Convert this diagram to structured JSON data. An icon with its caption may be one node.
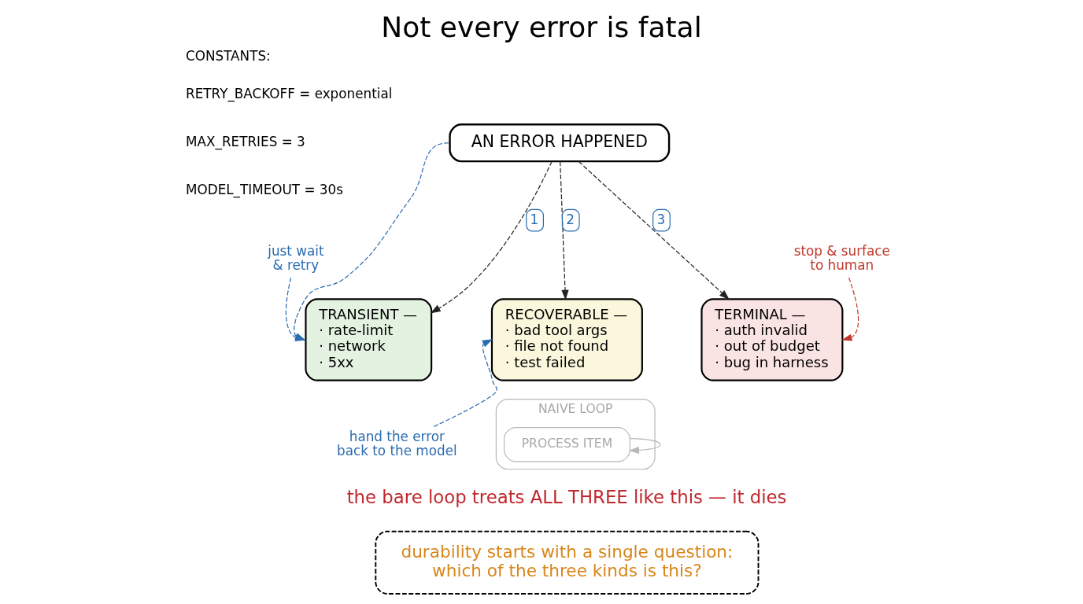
{
  "diagram": {
    "title": "Not every error is fatal",
    "nodes": [
      {
        "text": [
          "AN ERROR HAPPENED"
        ]
      },
      {
        "text": [
          "just wait & retry"
        ]
      },
      {
        "text": [
          "stop & surface to human"
        ]
      },
      {
        "text": [
          "TRANSIENT —",
          "· rate-limit",
          "· network",
          "· 5xx"
        ]
      },
      {
        "text": [
          "RECOVERABLE —",
          "· bad tool args",
          "· file not found",
          "· test failed"
        ]
      },
      {
        "text": [
          "TERMINAL —",
          "· auth invalid",
          "· out of budget",
          "· bug in harness"
        ]
      },
      {
        "text": [
          "hand the error back to the model"
        ]
      },
      {
        "text": [
          "NAIVE LOOP"
        ]
      },
      {
        "text": [
          "PROCESS ITEM"
        ],
        "in": 7
      },
      {
        "text": [
          "durability starts with a single question: which of the three kinds is this?"
        ]
      }
    ],
    "edges": [
      {
        "from": 0,
        "to": 3,
        "arrow": "to",
        "label": "1",
        "style": "dashed"
      },
      {
        "from": 0,
        "to": 4,
        "arrow": "to",
        "label": "2",
        "style": "dashed"
      },
      {
        "from": 0,
        "to": 5,
        "arrow": "to",
        "label": "3",
        "style": "dashed"
      },
      {
        "from": 0,
        "to": 3,
        "arrow": "to",
        "style": "dashed",
        "color": "#2b6cb0"
      },
      {
        "from": 1,
        "to": 3,
        "arrow": "to",
        "style": "dashed",
        "color": "#2b6cb0"
      },
      {
        "from": 6,
        "to": 4,
        "arrow": "to",
        "style": "dashed",
        "color": "#2b6cb0"
      },
      {
        "from": 2,
        "to": 5,
        "arrow": "to",
        "style": "dashed",
        "color": "#c0392b"
      },
      {
        "from": 8,
        "to": 8,
        "arrow": "to",
        "color": "#b8b8b8"
      }
    ],
    "labels": [
      "CONSTANTS:",
      "RETRY_BACKOFF = exponential",
      "MAX_RETRIES = 3",
      "MODEL_TIMEOUT = 30s",
      "the bare loop treats ALL THREE like this — it dies"
    ]
  }
}
